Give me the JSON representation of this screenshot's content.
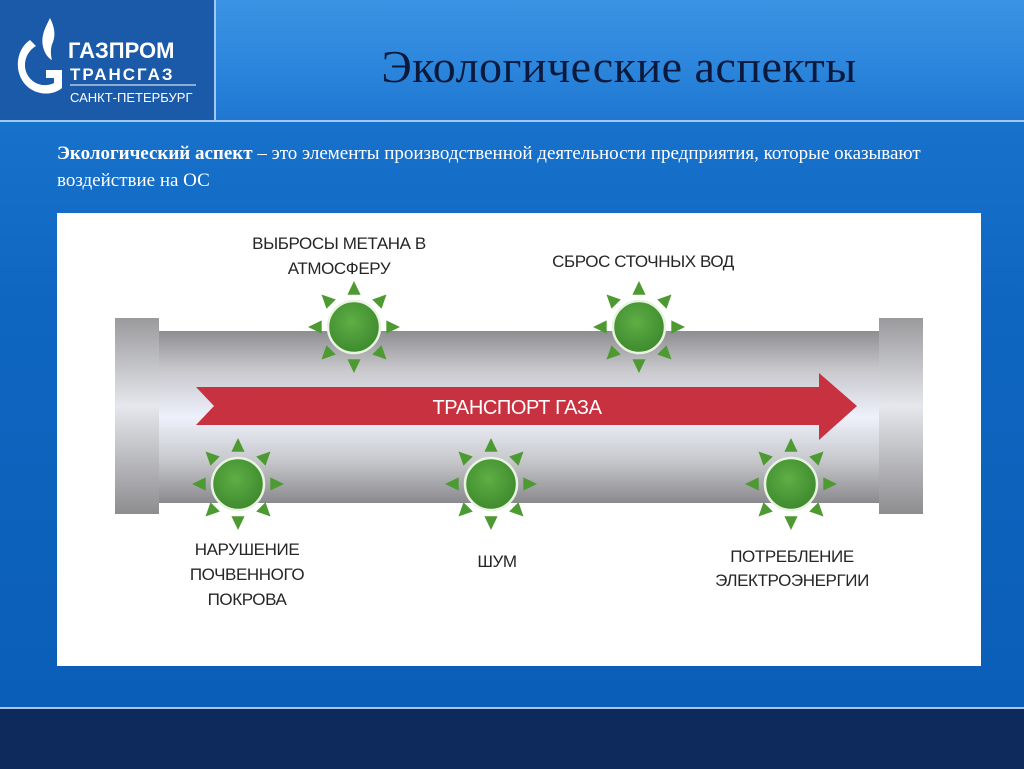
{
  "logo": {
    "line1": "ГАЗПРОМ",
    "line2": "ТРАНСГАЗ",
    "line3": "САНКТ-ПЕТЕРБУРГ"
  },
  "title": "Экологические аспекты",
  "definition": {
    "term": "Экологический аспект",
    "text": " – это элементы производственной деятельности предприятия, которые оказывают воздействие на ОС"
  },
  "diagram": {
    "arrow_label": "ТРАНСПОРТ ГАЗА",
    "impacts": [
      {
        "lines": [
          "ВЫБРОСЫ МЕТАНА В",
          "АТМОСФЕРУ"
        ]
      },
      {
        "lines": [
          "СБРОС СТОЧНЫХ ВОД"
        ]
      },
      {
        "lines": [
          "НАРУШЕНИЕ",
          "ПОЧВЕННОГО",
          "ПОКРОВА"
        ]
      },
      {
        "lines": [
          "ШУМ"
        ]
      },
      {
        "lines": [
          "ПОТРЕБЛЕНИЕ",
          "ЭЛЕКТРОЭНЕРГИИ"
        ]
      }
    ]
  },
  "colors": {
    "header": "#2c86dc",
    "background": "#0f66c0",
    "footer": "#0e2a5c",
    "sun_fill": "#4f9a3a",
    "sun_ray": "#4e9a32",
    "arrow": "#c8313f"
  },
  "icons": {
    "impact_marker": "sun-icon",
    "flow": "arrow-right-icon"
  }
}
